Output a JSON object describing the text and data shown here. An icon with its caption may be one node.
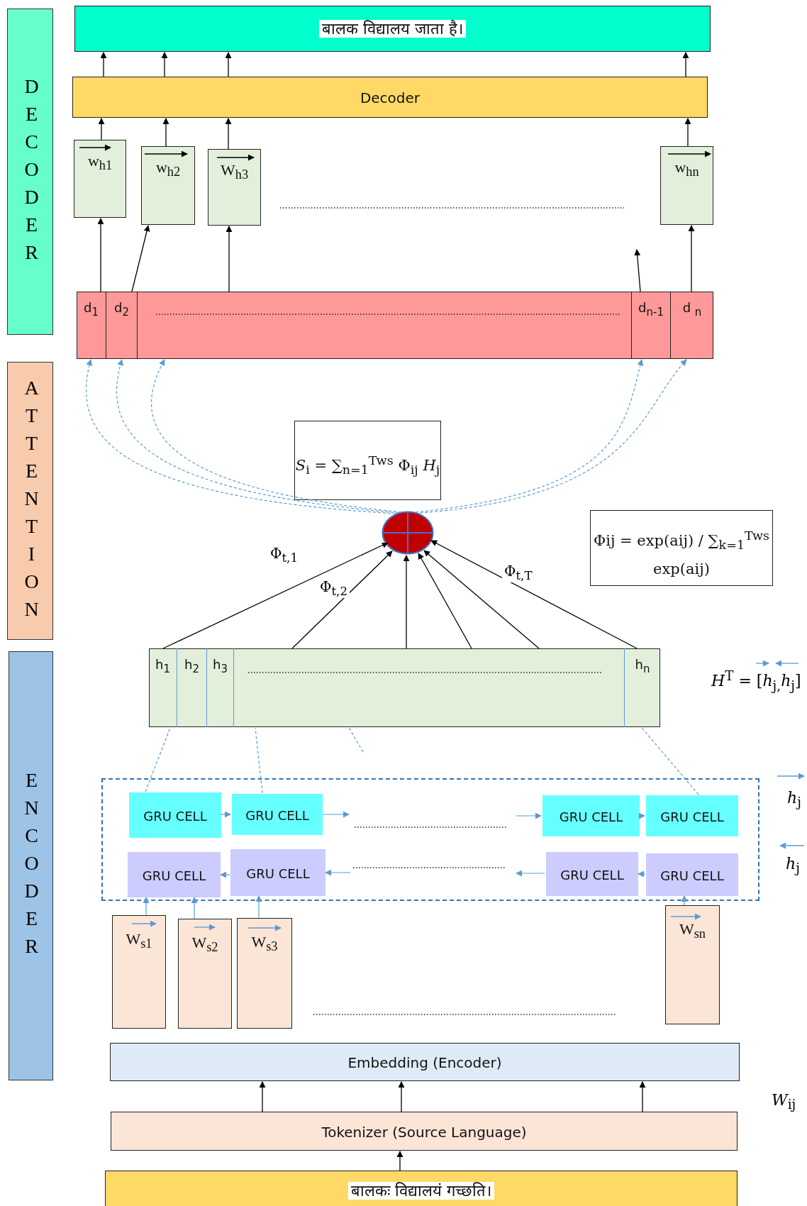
{
  "diagram": {
    "nodes": [
      {
        "text": [
          "बालक   विद्यालय   जाता  है।"
        ]
      },
      {
        "text": [
          "Decoder"
        ]
      },
      {
        "text": [
          "w$_{h1}$"
        ]
      },
      {
        "text": [
          "w$_{h2}$"
        ]
      },
      {
        "text": [
          "W$_{h3}$"
        ]
      },
      {
        "text": [
          "w$_{hn}$"
        ]
      },
      {
        "text": [],
        "shape": "bar"
      },
      {
        "text": [
          "d$_{1}$"
        ],
        "in": 6
      },
      {
        "text": [
          "d$_{2}$"
        ],
        "in": 6
      },
      {
        "text": [
          "d$_{n-1}$"
        ],
        "in": 6
      },
      {
        "text": [
          "d $_{n}$"
        ],
        "in": 6
      },
      {
        "text": [
          "*S*$_{i}$ = ∑$_{n=1}$$^{Tws}$ Φ$_{ij}$ *H*$_{j}$"
        ]
      },
      {
        "text": [],
        "shape": "circle"
      },
      {
        "text": [
          "Φij = exp(aij) / ∑$_{k=1}$$^{Tws}$ exp(aij)"
        ]
      },
      {
        "text": [],
        "shape": "bar"
      },
      {
        "text": [
          "h$_{1}$"
        ],
        "in": 14
      },
      {
        "text": [
          "h$_{2}$"
        ],
        "in": 14
      },
      {
        "text": [
          "h$_{3}$"
        ],
        "in": 14
      },
      {
        "text": [
          "h$_{n}$"
        ],
        "in": 14
      },
      {
        "text": [],
        "shape": "box"
      },
      {
        "text": [
          "GRU CELL"
        ],
        "in": 19
      },
      {
        "text": [
          "GRU CELL"
        ],
        "in": 19
      },
      {
        "text": [
          "GRU CELL"
        ],
        "in": 19
      },
      {
        "text": [
          "GRU CELL"
        ],
        "in": 19
      },
      {
        "text": [
          "GRU CELL"
        ],
        "in": 19
      },
      {
        "text": [
          "GRU CELL"
        ],
        "in": 19
      },
      {
        "text": [
          "GRU CELL"
        ],
        "in": 19
      },
      {
        "text": [
          "GRU CELL"
        ],
        "in": 19
      },
      {
        "text": [
          "W$_{s1}$"
        ]
      },
      {
        "text": [
          "W$_{s2}$"
        ]
      },
      {
        "text": [
          "W$_{s3}$"
        ]
      },
      {
        "text": [
          "W$_{sn}$"
        ]
      },
      {
        "text": [
          "Embedding (Encoder)"
        ]
      },
      {
        "text": [
          "Tokenizer (Source Language)"
        ]
      },
      {
        "text": [
          "बालकः   विद्यालयं   गच्छति।"
        ]
      }
    ],
    "edges": [
      {
        "from": 1,
        "to": 0,
        "arrow": "to"
      },
      {
        "from": 1,
        "to": 0,
        "arrow": "to"
      },
      {
        "from": 1,
        "to": 0,
        "arrow": "to"
      },
      {
        "from": 1,
        "to": 0,
        "arrow": "to"
      },
      {
        "from": 2,
        "to": 1,
        "arrow": "to"
      },
      {
        "from": 3,
        "to": 1,
        "arrow": "to"
      },
      {
        "from": 4,
        "to": 1,
        "arrow": "to"
      },
      {
        "from": 5,
        "to": 1,
        "arrow": "to"
      },
      {
        "from": 7,
        "to": 2,
        "arrow": "to"
      },
      {
        "from": 8,
        "to": 3,
        "arrow": "to"
      },
      {
        "from": 6,
        "to": 4,
        "arrow": "to"
      },
      {
        "from": 9,
        "to": null,
        "arrow": "to"
      },
      {
        "from": 10,
        "to": 5,
        "arrow": "to"
      },
      {
        "from": 12,
        "to": 7,
        "arrow": "to",
        "style": "dashed",
        "color": "#5b9bd5"
      },
      {
        "from": 12,
        "to": 8,
        "arrow": "to",
        "style": "dashed",
        "color": "#5b9bd5"
      },
      {
        "from": 12,
        "to": 6,
        "arrow": "to",
        "style": "dashed",
        "color": "#5b9bd5"
      },
      {
        "from": 12,
        "to": 9,
        "arrow": "to",
        "style": "dashed",
        "color": "#5b9bd5"
      },
      {
        "from": 12,
        "to": 10,
        "arrow": "to",
        "style": "dashed",
        "color": "#5b9bd5"
      },
      {
        "from": 15,
        "to": 12,
        "arrow": "to",
        "label": "Φ$_{t,1}$"
      },
      {
        "from": 14,
        "to": 12,
        "arrow": "to",
        "label": "Φ$_{t,2}$"
      },
      {
        "from": 14,
        "to": 12,
        "arrow": "to"
      },
      {
        "from": 14,
        "to": 12,
        "arrow": "to"
      },
      {
        "from": 14,
        "to": 12,
        "arrow": "to"
      },
      {
        "from": 18,
        "to": 12,
        "arrow": "to",
        "label": "Φ$_{t,T}$"
      },
      {
        "from": 20,
        "to": 15,
        "arrow": "none",
        "style": "dashed",
        "color": "#5b9bd5"
      },
      {
        "from": 21,
        "to": 14,
        "arrow": "none",
        "style": "dashed",
        "color": "#5b9bd5"
      },
      {
        "from": null,
        "to": 14,
        "arrow": "none",
        "style": "dashed",
        "color": "#5b9bd5"
      },
      {
        "from": 23,
        "to": 18,
        "arrow": "none",
        "style": "dashed",
        "color": "#5b9bd5"
      },
      {
        "from": 20,
        "to": 21,
        "arrow": "to",
        "color": "#5b9bd5"
      },
      {
        "from": 21,
        "to": null,
        "arrow": "to",
        "color": "#5b9bd5"
      },
      {
        "from": null,
        "to": 22,
        "arrow": "to",
        "color": "#5b9bd5"
      },
      {
        "from": 22,
        "to": 23,
        "arrow": "to",
        "color": "#5b9bd5"
      },
      {
        "from": 25,
        "to": 24,
        "arrow": "to",
        "color": "#5b9bd5"
      },
      {
        "from": null,
        "to": 25,
        "arrow": "to",
        "color": "#5b9bd5"
      },
      {
        "from": 26,
        "to": null,
        "arrow": "to",
        "color": "#5b9bd5"
      },
      {
        "from": 27,
        "to": 26,
        "arrow": "to",
        "color": "#5b9bd5"
      },
      {
        "from": 28,
        "to": 24,
        "arrow": "to",
        "color": "#5b9bd5"
      },
      {
        "from": 29,
        "to": 24,
        "arrow": "to",
        "color": "#5b9bd5"
      },
      {
        "from": 30,
        "to": 25,
        "arrow": "to",
        "color": "#5b9bd5"
      },
      {
        "from": 31,
        "to": 27,
        "arrow": "to",
        "color": "#5b9bd5"
      },
      {
        "from": 33,
        "to": 32,
        "arrow": "to"
      },
      {
        "from": 33,
        "to": 32,
        "arrow": "to"
      },
      {
        "from": 33,
        "to": 32,
        "arrow": "to"
      },
      {
        "from": 34,
        "to": 33,
        "arrow": "to"
      }
    ],
    "labels": [
      "DECODER",
      "ATTENTION",
      "*H*$^{T}$ = [*h*$_{j,}$*h*$_{j}$]",
      "ENCODER",
      "*h*$_{j}$",
      "*h*$_{j}$",
      "*W*$_{ij}$"
    ]
  }
}
